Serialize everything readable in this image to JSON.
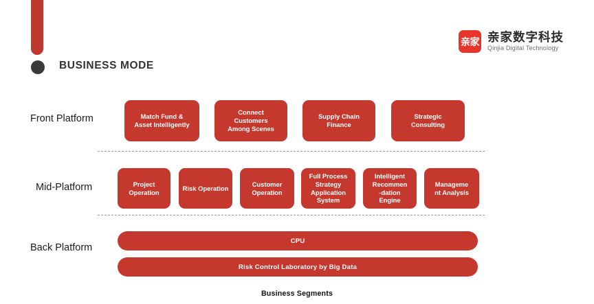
{
  "slide": {
    "title": "BUSINESS MODE",
    "caption": "Business Segments",
    "accent_color": "#C0392F",
    "card_color": "#C4382E",
    "dot_color": "#3A3A3A"
  },
  "brand": {
    "mark_text": "亲家",
    "name_cn": "亲家数字科技",
    "name_en": "Qinjia Digital Technology",
    "mark_color": "#E8352B"
  },
  "rows": [
    {
      "label": "Front Platform",
      "cards": [
        "Match Fund &\nAsset Intelligently",
        "Connect\nCustomers\nAmong Scenes",
        "Supply Chain\nFinance",
        "Strategic\nConsulting"
      ]
    },
    {
      "label": "Mid-Platform",
      "cards": [
        "Project\nOperation",
        "Risk Operation",
        "Customer\nOperation",
        "Full Process\nStrategy\nApplication\nSystem",
        "Intelligent\nRecommen\n-dation\nEngine",
        "Manageme\nnt Analysis"
      ]
    },
    {
      "label": "Back Platform",
      "bars": [
        "CPU",
        "Risk Control Laboratory by Big Data"
      ]
    }
  ]
}
